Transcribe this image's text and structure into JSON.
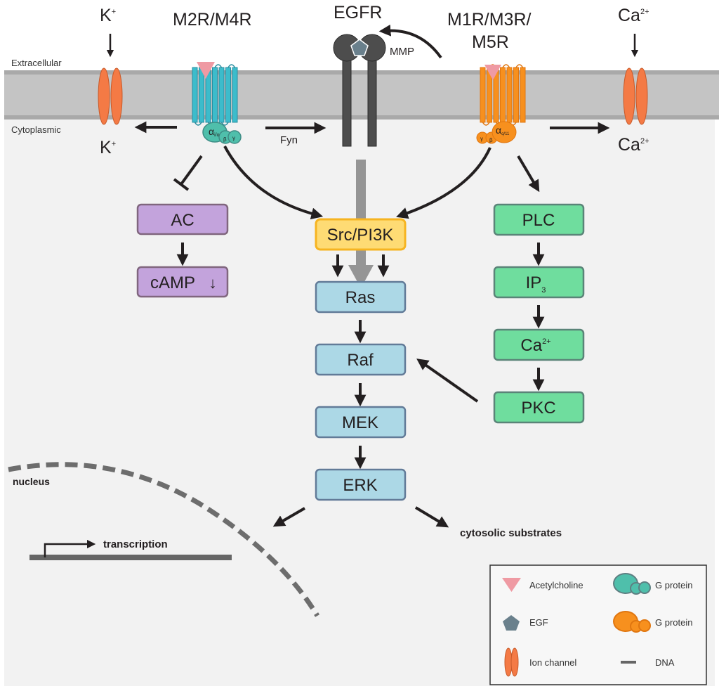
{
  "regions": {
    "extracellular": "Extracellular",
    "cytoplasmic": "Cytoplasmic",
    "nucleus": "nucleus"
  },
  "receptors": {
    "m2m4": "M2R/M4R",
    "egfr": "EGFR",
    "m1m3m5_line1": "M1R/M3R/",
    "m1m3m5_line2": "M5R"
  },
  "ions": {
    "k_base": "K",
    "k_sup": "+",
    "ca_base": "Ca",
    "ca_sup": "2+"
  },
  "gprotein_labels": {
    "m2_alpha": "α",
    "m2_alpha_sub": "i/o",
    "m2_beta": "β",
    "m2_gamma": "γ",
    "m1_alpha": "α",
    "m1_alpha_sub": "q/11",
    "m1_beta": "β",
    "m1_gamma": "γ"
  },
  "edge_labels": {
    "fyn": "Fyn",
    "mmp": "MMP"
  },
  "nodes": {
    "ac": "AC",
    "camp": "cAMP",
    "camp_arrow": "↓",
    "src": "Src/PI3K",
    "ras": "Ras",
    "raf": "Raf",
    "mek": "MEK",
    "erk": "ERK",
    "plc": "PLC",
    "ip3_base": "IP",
    "ip3_sub": "3",
    "ca_base": "Ca",
    "ca_sup": "2+",
    "pkc": "PKC"
  },
  "outputs": {
    "transcription": "transcription",
    "cytosolic": "cytosolic substrates"
  },
  "legend": {
    "items": [
      {
        "label": "Acetylcholine"
      },
      {
        "label": "EGF"
      },
      {
        "label": "Ion channel"
      },
      {
        "label": "G protein"
      },
      {
        "label": "G protein"
      },
      {
        "label": "DNA"
      }
    ]
  },
  "colors": {
    "membrane": "#c4c4c4",
    "membrane_edge": "#a6a6a6",
    "cytoplasm": "#f1f1f1",
    "ion_channel": "#f47a45",
    "m2_receptor": "#3cbccb",
    "m1_receptor": "#f7901e",
    "acetylcholine": "#ef9aa3",
    "egf": "#6a808c",
    "egfr": "#4d4d4d",
    "gprotein_teal": "#4fbfab",
    "gprotein_orange": "#f7901e",
    "purple_box": "#c3a3dc",
    "yellow_box": "#fedb74",
    "blue_box": "#acd8e6",
    "green_box": "#6fdd9e"
  }
}
